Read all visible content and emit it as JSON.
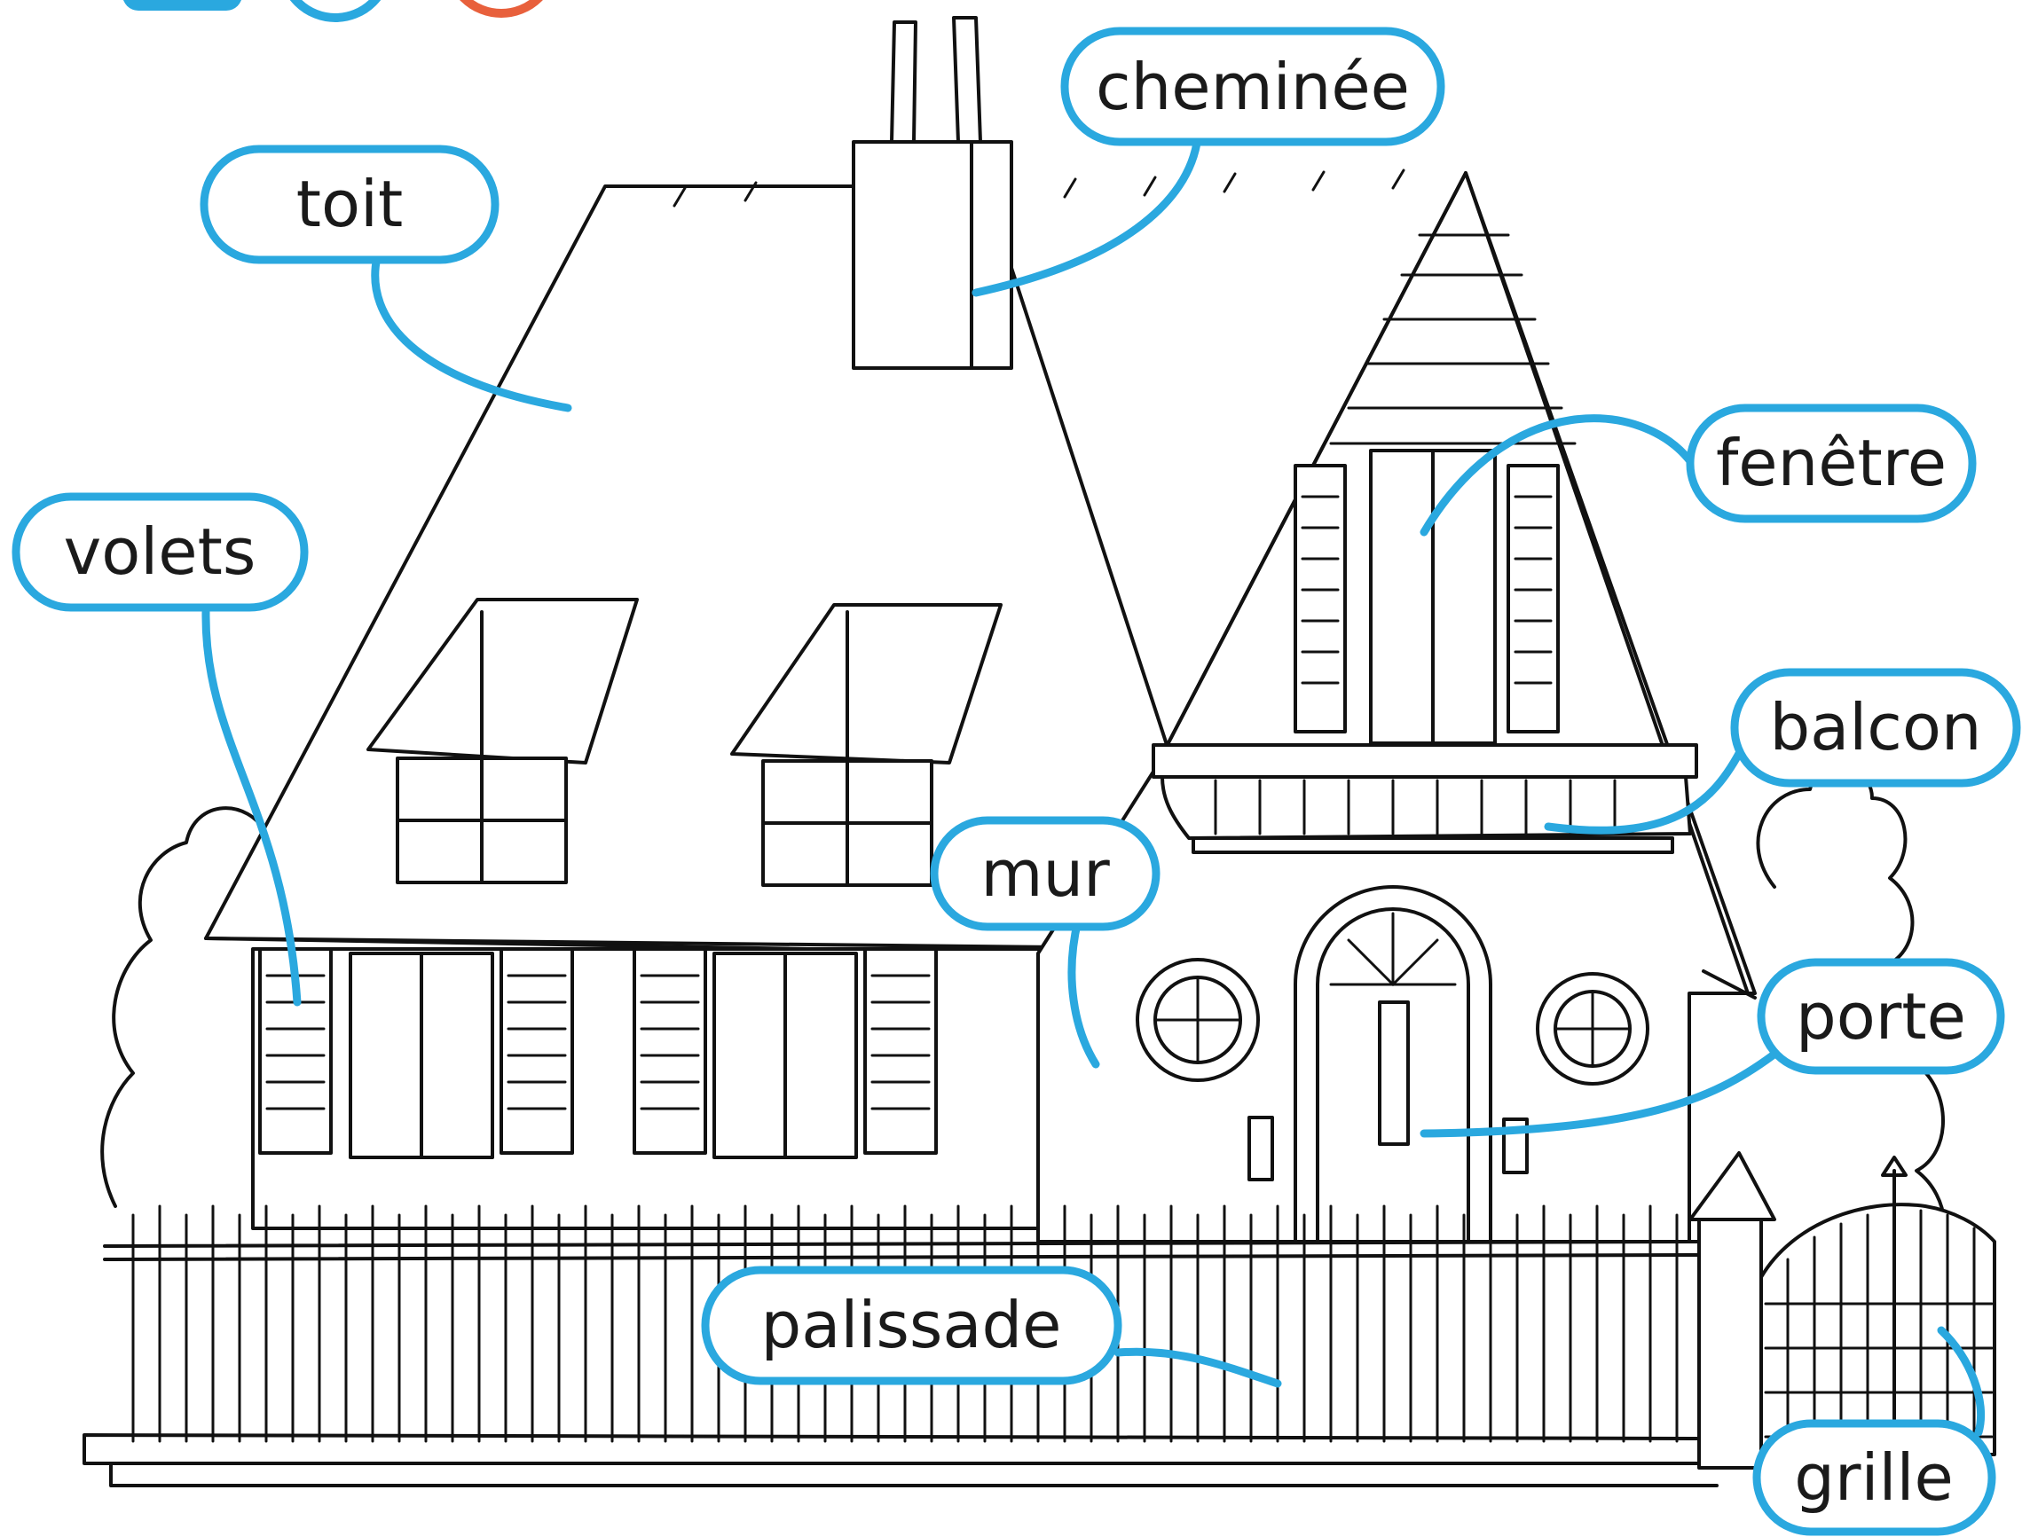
{
  "diagram": {
    "accent_color": "#2aa8df",
    "labels": {
      "cheminee": "cheminée",
      "toit": "toit",
      "fenetre": "fenêtre",
      "volets": "volets",
      "balcon": "balcon",
      "mur": "mur",
      "porte": "porte",
      "palissade": "palissade",
      "grille": "grille"
    },
    "top_icons": [
      "blue-square-icon",
      "blue-circle-icon",
      "orange-circle-icon"
    ]
  }
}
